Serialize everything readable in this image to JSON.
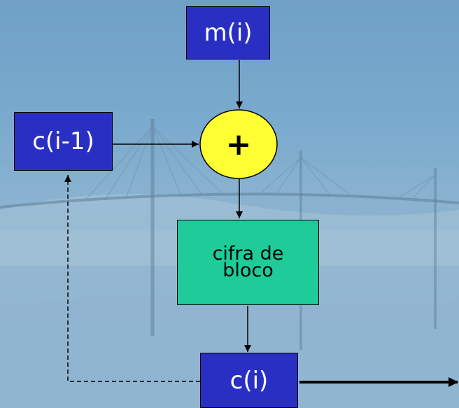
{
  "nodes": {
    "m": "m(i)",
    "c_prev": "c(i-1)",
    "xor": "+",
    "cipher": "cifra de\nbloco",
    "c": "c(i)"
  },
  "colors": {
    "block_blue": "#2a2fc4",
    "cipher_green": "#1fcc99",
    "xor_yellow": "#ffff33",
    "background": "#7aaacd"
  }
}
